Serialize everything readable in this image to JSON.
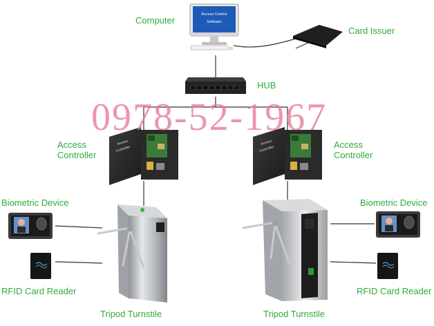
{
  "labels": {
    "computer": "Computer",
    "card_issuer": "Card Issuer",
    "hub": "HUB",
    "access_controller_left": "Access\nController",
    "access_controller_right": "Access\nController",
    "biometric_left": "Biometric Device",
    "biometric_right": "Biometric Device",
    "rfid_left": "RFID Card Reader",
    "rfid_right": "RFID Card Reader",
    "turnstile_left": "Tripod Turnstile",
    "turnstile_right": "Tripod Turnstile"
  },
  "monitor_text": {
    "line1": "Access Control",
    "line2": "Software"
  },
  "controller_box_text": {
    "line1": "Access",
    "line2": "Controller"
  },
  "watermark": "0978-52-1967",
  "colors": {
    "label_green": "#2eaa3c",
    "watermark_pink": "#e77896",
    "line": "#333333",
    "monitor_screen": "#1e5bb8",
    "steel": "#b9bcc0",
    "dark": "#2a2a2a"
  }
}
